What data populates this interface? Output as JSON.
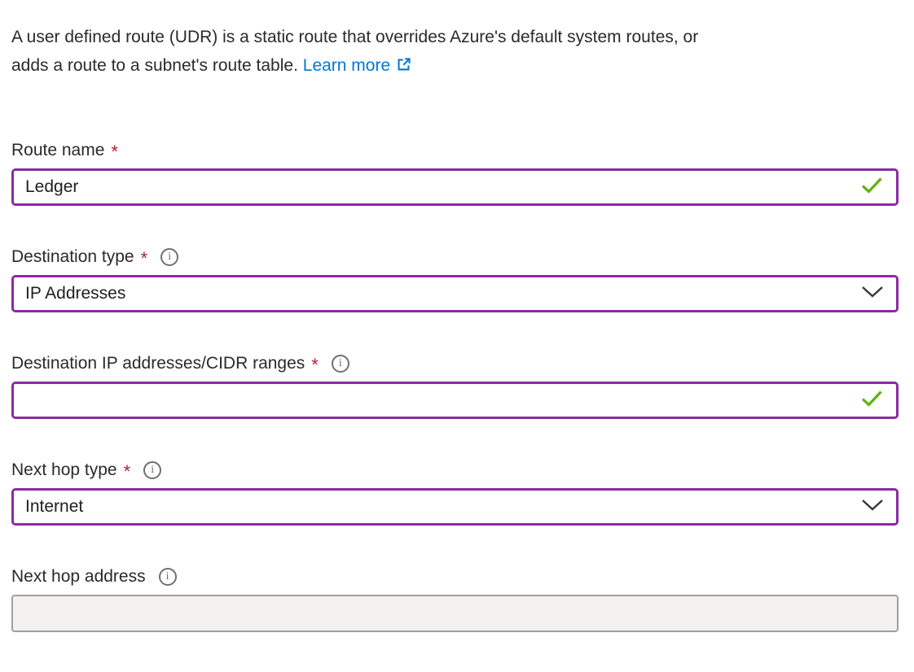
{
  "intro": {
    "line1": "A user defined route (UDR) is a static route that overrides Azure's default system routes, or",
    "line2": "adds a route to a subnet's route table.",
    "learn_more_label": "Learn more"
  },
  "required_marker": "*",
  "icons": {
    "info_glyph": "i"
  },
  "colors": {
    "accent_purple": "#8B2BA2",
    "link_blue": "#0078D4",
    "required_red": "#AF212E",
    "success_green": "#5DB300",
    "disabled_bg": "#F3F2F1",
    "disabled_border": "#A19F9D",
    "text": "#2B2A29"
  },
  "fields": [
    {
      "label": "Route name",
      "required": true,
      "has_info": false,
      "type": "text",
      "value": "Ledger",
      "valid": true
    },
    {
      "label": "Destination type",
      "required": true,
      "has_info": true,
      "type": "select",
      "value": "IP Addresses"
    },
    {
      "label": "Destination IP addresses/CIDR ranges",
      "required": true,
      "has_info": true,
      "type": "text",
      "value": "",
      "valid": true
    },
    {
      "label": "Next hop type",
      "required": true,
      "has_info": true,
      "type": "select",
      "value": "Internet"
    },
    {
      "label": "Next hop address",
      "required": false,
      "has_info": true,
      "type": "text",
      "value": "",
      "disabled": true
    }
  ]
}
